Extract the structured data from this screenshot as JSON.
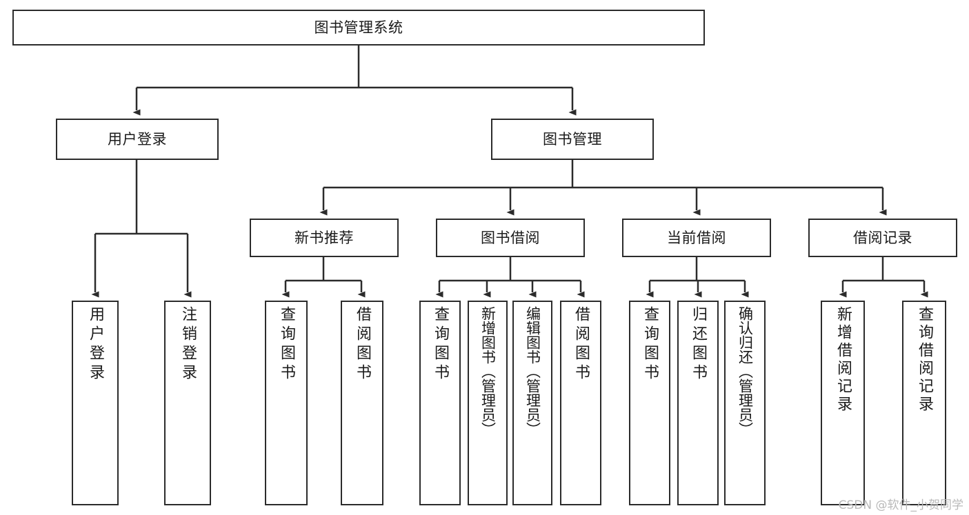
{
  "diagram": {
    "title": "图书管理系统",
    "type": "tree-hierarchy-diagram",
    "root": {
      "label": "图书管理系统"
    },
    "level2": [
      {
        "label": "用户登录"
      },
      {
        "label": "图书管理"
      }
    ],
    "level3": [
      {
        "label": "新书推荐"
      },
      {
        "label": "图书借阅"
      },
      {
        "label": "当前借阅"
      },
      {
        "label": "借阅记录"
      }
    ],
    "leaves": {
      "user_login": [
        {
          "label": "用户登录"
        },
        {
          "label": "注销登录"
        }
      ],
      "new_book_recommend": [
        {
          "label": "查询图书"
        },
        {
          "label": "借阅图书"
        }
      ],
      "book_borrow": [
        {
          "label": "查询图书"
        },
        {
          "label": "新增图书（管理员）"
        },
        {
          "label": "编辑图书（管理员）"
        },
        {
          "label": "借阅图书"
        }
      ],
      "current_borrow": [
        {
          "label": "查询图书"
        },
        {
          "label": "归还图书"
        },
        {
          "label": "确认归还（管理员）"
        }
      ],
      "borrow_record": [
        {
          "label": "新增借阅记录"
        },
        {
          "label": "查询借阅记录"
        }
      ]
    }
  },
  "watermark": {
    "text": "CSDN @软件_小贺同学"
  },
  "colors": {
    "stroke": "#2b2b2b",
    "background": "#ffffff",
    "text": "#1a1a1a",
    "watermark": "#b9b9b9"
  }
}
